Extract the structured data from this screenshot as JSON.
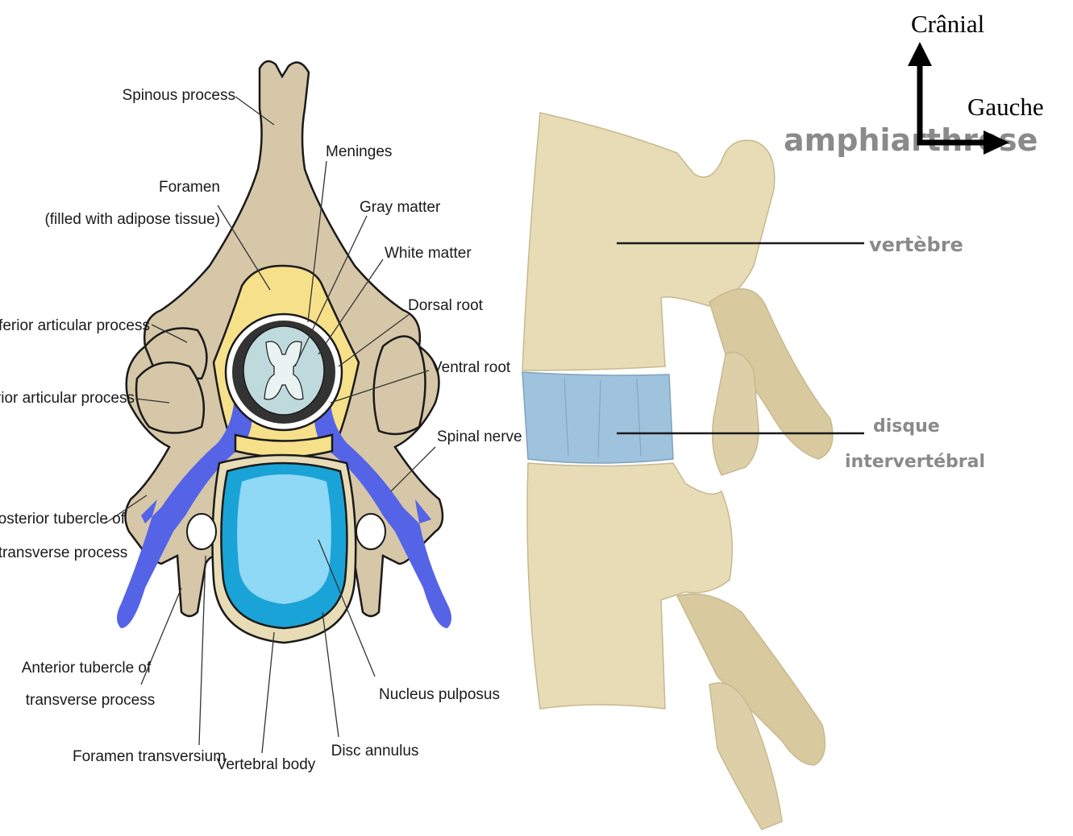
{
  "left_diagram": {
    "labels": {
      "spinous_process": "Spinous process",
      "meninges": "Meninges",
      "foramen_line1": "Foramen",
      "foramen_line2": "(filled with adipose tissue)",
      "gray_matter": "Gray matter",
      "white_matter": "White matter",
      "dorsal_root": "Dorsal root",
      "inferior_articular_process": "Inferior articular process",
      "ventral_root": "Ventral root",
      "superior_articular_process": "Superior articular process",
      "spinal_nerve": "Spinal nerve",
      "posterior_tubercle_line1": "Posterior tubercle of",
      "posterior_tubercle_line2": "transverse process",
      "anterior_tubercle_line1": "Anterior tubercle of",
      "anterior_tubercle_line2": "transverse process",
      "nucleus_pulposus": "Nucleus pulposus",
      "foramen_transversium": "Foramen transversium",
      "vertebral_body": "Vertebral body",
      "disc_annulus": "Disc annulus"
    }
  },
  "right_diagram": {
    "labels": {
      "title": "amphiarthrose",
      "vertebre": "vertèbre",
      "disque_line1": "disque",
      "disque_line2": "intervertébral"
    }
  },
  "orientation": {
    "cranial": "Crânial",
    "left_side": "Gauche"
  },
  "colors": {
    "bone": "#d6c7a8",
    "bone_light": "#e7dcb6",
    "fat_yellow": "#f6e08a",
    "nerve_blue": "#5563e6",
    "disc_blue": "#1aa3d6",
    "nucleus_blue": "#8fd8f6",
    "white_matter": "#bfdadd",
    "gray_matter": "#e8f3f2",
    "ivd_blue": "#9fc3dc"
  }
}
